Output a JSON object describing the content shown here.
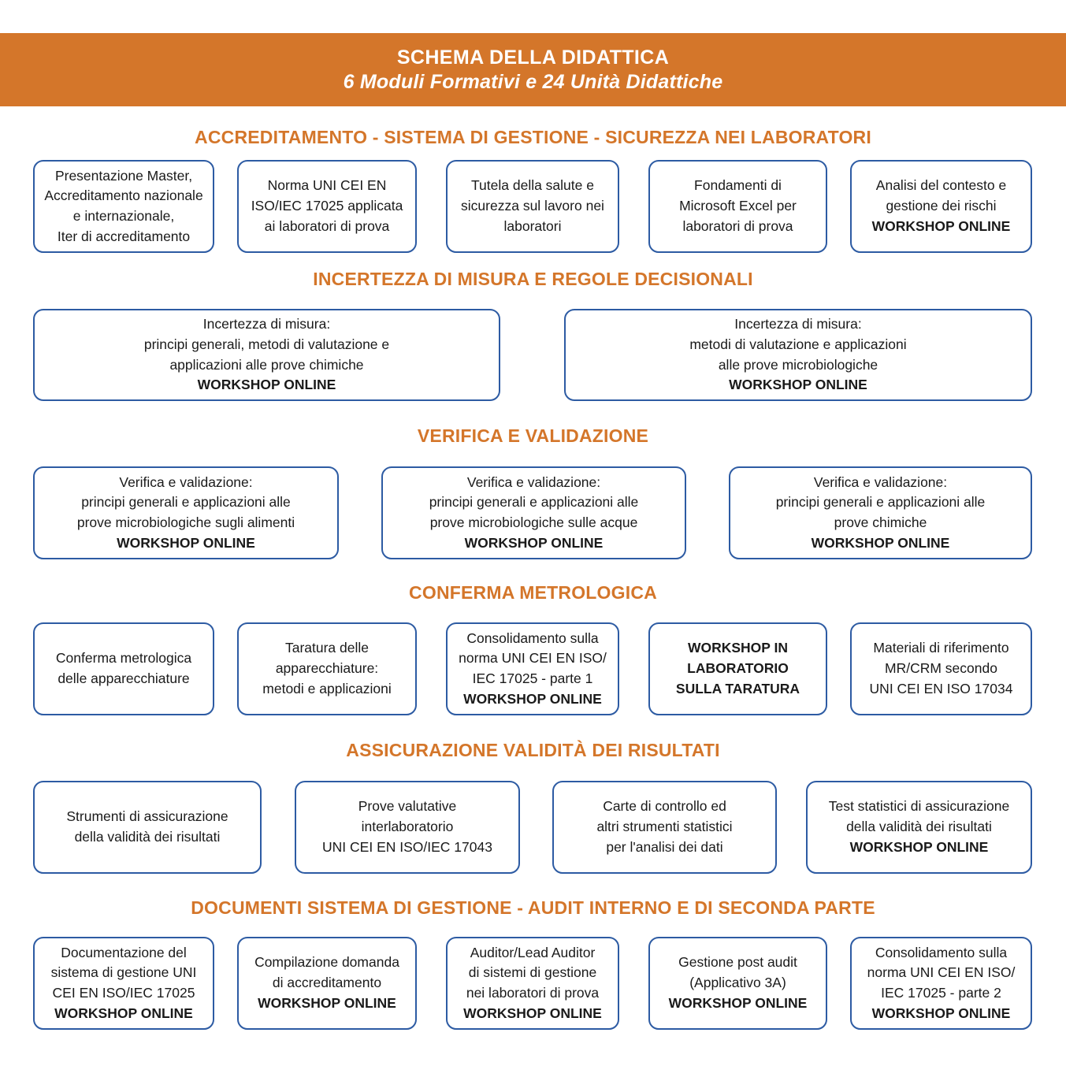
{
  "banner": {
    "title": "SCHEMA DELLA DIDATTICA",
    "subtitle": "6 Moduli Formativi e 24 Unità Didattiche",
    "background": "#d4762a",
    "text_color": "#ffffff"
  },
  "theme": {
    "accent_orange": "#d4762a",
    "box_border_blue": "#2d5ba3",
    "box_background": "#ffffff",
    "body_text": "#1a1a1a"
  },
  "sections": [
    {
      "title": "ACCREDITAMENTO - SISTEMA DI GESTIONE - SICUREZZA NEI LABORATORI",
      "boxes": [
        {
          "lines": [
            {
              "text": "Presentazione Master,",
              "bold": false
            },
            {
              "text": "Accreditamento nazionale",
              "bold": false
            },
            {
              "text": "e internazionale,",
              "bold": false
            },
            {
              "text": "Iter di accreditamento",
              "bold": false
            }
          ]
        },
        {
          "lines": [
            {
              "text": "Norma UNI CEI EN",
              "bold": false
            },
            {
              "text": "ISO/IEC 17025 applicata",
              "bold": false
            },
            {
              "text": "ai laboratori di prova",
              "bold": false
            }
          ]
        },
        {
          "lines": [
            {
              "text": "Tutela della salute e",
              "bold": false
            },
            {
              "text": "sicurezza sul lavoro nei",
              "bold": false
            },
            {
              "text": "laboratori",
              "bold": false
            }
          ]
        },
        {
          "lines": [
            {
              "text": "Fondamenti di",
              "bold": false
            },
            {
              "text": "Microsoft Excel per",
              "bold": false
            },
            {
              "text": "laboratori di prova",
              "bold": false
            }
          ]
        },
        {
          "lines": [
            {
              "text": "Analisi del contesto e",
              "bold": false
            },
            {
              "text": "gestione dei rischi",
              "bold": false
            },
            {
              "text": "WORKSHOP ONLINE",
              "bold": true
            }
          ]
        }
      ]
    },
    {
      "title": "INCERTEZZA DI MISURA E REGOLE DECISIONALI",
      "boxes": [
        {
          "lines": [
            {
              "text": "Incertezza di misura:",
              "bold": false
            },
            {
              "text": "principi generali, metodi di valutazione e",
              "bold": false
            },
            {
              "text": "applicazioni alle prove chimiche",
              "bold": false
            },
            {
              "text": "WORKSHOP ONLINE",
              "bold": true
            }
          ]
        },
        {
          "lines": [
            {
              "text": "Incertezza di misura:",
              "bold": false
            },
            {
              "text": "metodi di valutazione e applicazioni",
              "bold": false
            },
            {
              "text": "alle prove microbiologiche",
              "bold": false
            },
            {
              "text": "WORKSHOP ONLINE",
              "bold": true
            }
          ]
        }
      ]
    },
    {
      "title": "VERIFICA E VALIDAZIONE",
      "boxes": [
        {
          "lines": [
            {
              "text": "Verifica e validazione:",
              "bold": false
            },
            {
              "text": "principi generali e applicazioni alle",
              "bold": false
            },
            {
              "text": "prove microbiologiche sugli alimenti",
              "bold": false
            },
            {
              "text": "WORKSHOP ONLINE",
              "bold": true
            }
          ]
        },
        {
          "lines": [
            {
              "text": "Verifica e validazione:",
              "bold": false
            },
            {
              "text": "principi generali e applicazioni alle",
              "bold": false
            },
            {
              "text": "prove microbiologiche sulle acque",
              "bold": false
            },
            {
              "text": "WORKSHOP ONLINE",
              "bold": true
            }
          ]
        },
        {
          "lines": [
            {
              "text": "Verifica e validazione:",
              "bold": false
            },
            {
              "text": "principi generali e applicazioni alle",
              "bold": false
            },
            {
              "text": "prove chimiche",
              "bold": false
            },
            {
              "text": "WORKSHOP ONLINE",
              "bold": true
            }
          ]
        }
      ]
    },
    {
      "title": "CONFERMA METROLOGICA",
      "boxes": [
        {
          "lines": [
            {
              "text": "Conferma metrologica",
              "bold": false
            },
            {
              "text": "delle apparecchiature",
              "bold": false
            }
          ]
        },
        {
          "lines": [
            {
              "text": "Taratura delle",
              "bold": false
            },
            {
              "text": "apparecchiature:",
              "bold": false
            },
            {
              "text": "metodi e applicazioni",
              "bold": false
            }
          ]
        },
        {
          "lines": [
            {
              "text": "Consolidamento sulla",
              "bold": false
            },
            {
              "text": "norma UNI CEI EN ISO/",
              "bold": false
            },
            {
              "text": "IEC 17025 - parte 1",
              "bold": false
            },
            {
              "text": "WORKSHOP ONLINE",
              "bold": true
            }
          ]
        },
        {
          "lines": [
            {
              "text": "WORKSHOP IN",
              "bold": true
            },
            {
              "text": "LABORATORIO",
              "bold": true
            },
            {
              "text": "SULLA TARATURA",
              "bold": true
            }
          ]
        },
        {
          "lines": [
            {
              "text": "Materiali di riferimento",
              "bold": false
            },
            {
              "text": "MR/CRM secondo",
              "bold": false
            },
            {
              "text": "UNI CEI EN ISO 17034",
              "bold": false
            }
          ]
        }
      ]
    },
    {
      "title": "ASSICURAZIONE VALIDITÀ DEI RISULTATI",
      "boxes": [
        {
          "lines": [
            {
              "text": "Strumenti di assicurazione",
              "bold": false
            },
            {
              "text": "della validità dei risultati",
              "bold": false
            }
          ]
        },
        {
          "lines": [
            {
              "text": "Prove valutative",
              "bold": false
            },
            {
              "text": "interlaboratorio",
              "bold": false
            },
            {
              "text": "UNI CEI EN ISO/IEC 17043",
              "bold": false
            }
          ]
        },
        {
          "lines": [
            {
              "text": "Carte di controllo ed",
              "bold": false
            },
            {
              "text": "altri strumenti statistici",
              "bold": false
            },
            {
              "text": "per l'analisi dei dati",
              "bold": false
            }
          ]
        },
        {
          "lines": [
            {
              "text": "Test statistici di assicurazione",
              "bold": false
            },
            {
              "text": "della validità dei risultati",
              "bold": false
            },
            {
              "text": "WORKSHOP ONLINE",
              "bold": true
            }
          ]
        }
      ]
    },
    {
      "title": "DOCUMENTI SISTEMA DI GESTIONE - AUDIT INTERNO E DI SECONDA PARTE",
      "boxes": [
        {
          "lines": [
            {
              "text": "Documentazione del",
              "bold": false
            },
            {
              "text": "sistema di gestione UNI",
              "bold": false
            },
            {
              "text": "CEI EN ISO/IEC 17025",
              "bold": false
            },
            {
              "text": "WORKSHOP ONLINE",
              "bold": true
            }
          ]
        },
        {
          "lines": [
            {
              "text": "Compilazione domanda",
              "bold": false
            },
            {
              "text": "di accreditamento",
              "bold": false
            },
            {
              "text": "WORKSHOP ONLINE",
              "bold": true
            }
          ]
        },
        {
          "lines": [
            {
              "text": "Auditor/Lead Auditor",
              "bold": false
            },
            {
              "text": "di sistemi di gestione",
              "bold": false
            },
            {
              "text": "nei laboratori di prova",
              "bold": false
            },
            {
              "text": "WORKSHOP ONLINE",
              "bold": true
            }
          ]
        },
        {
          "lines": [
            {
              "text": "Gestione post audit",
              "bold": false
            },
            {
              "text": "(Applicativo 3A)",
              "bold": false
            },
            {
              "text": "WORKSHOP ONLINE",
              "bold": true
            }
          ]
        },
        {
          "lines": [
            {
              "text": "Consolidamento sulla",
              "bold": false
            },
            {
              "text": "norma UNI CEI EN ISO/",
              "bold": false
            },
            {
              "text": "IEC 17025 - parte 2",
              "bold": false
            },
            {
              "text": "WORKSHOP ONLINE",
              "bold": true
            }
          ]
        }
      ]
    }
  ]
}
